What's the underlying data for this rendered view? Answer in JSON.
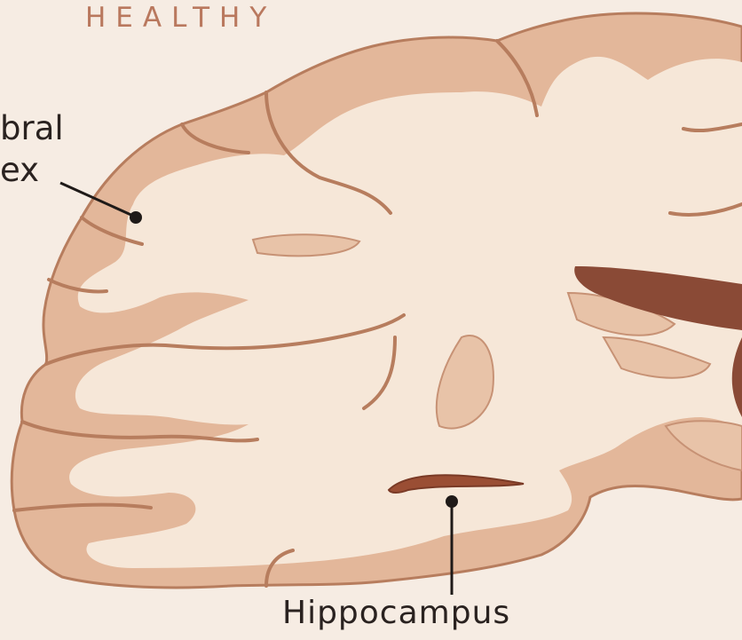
{
  "title": "HEALTHY",
  "labels": {
    "cortex_line1": "bral",
    "cortex_line2": "ex",
    "hippocampus": "Hippocampus"
  },
  "colors": {
    "background": "#f6ece3",
    "title": "#b9785e",
    "gray_matter": "#e3b79a",
    "white_matter": "#f6e7d8",
    "outline": "#b77d5e",
    "ventricle": "#8a4a36",
    "leader_line": "#1f1a18"
  }
}
